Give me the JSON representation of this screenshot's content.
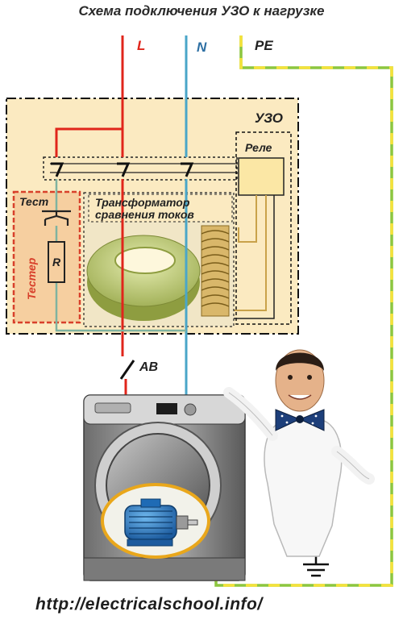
{
  "title": "Схема подключения УЗО к нагрузке",
  "labels": {
    "L": "L",
    "N": "N",
    "PE": "PE",
    "uzo": "УЗО",
    "relay": "Реле",
    "test": "Тест",
    "tester": "Тестер",
    "resistor": "R",
    "transformer_line1": "Трансформатор",
    "transformer_line2": "сравнения токов",
    "breaker": "АВ"
  },
  "url": "http://electricalschool.info/",
  "colors": {
    "L": "#e0251b",
    "N": "#4aa6c8",
    "PE_green": "#8cc63f",
    "PE_yellow": "#f5e23a",
    "uzo_fill": "#fbeac1",
    "tester_border": "#d8402b",
    "tester_fill": "#f6cfa0",
    "relay_fill": "#fbe7a5",
    "toroid": "#b9c86a",
    "coil": "#c9a24a",
    "label_L": "#e0251b",
    "label_N": "#2d6fa3"
  },
  "icons": {
    "test_button": "push-button-icon",
    "motor": "electric-motor-icon",
    "ground": "ground-icon",
    "washing_machine": "washing-machine-image",
    "person": "mascot-figure-image"
  }
}
